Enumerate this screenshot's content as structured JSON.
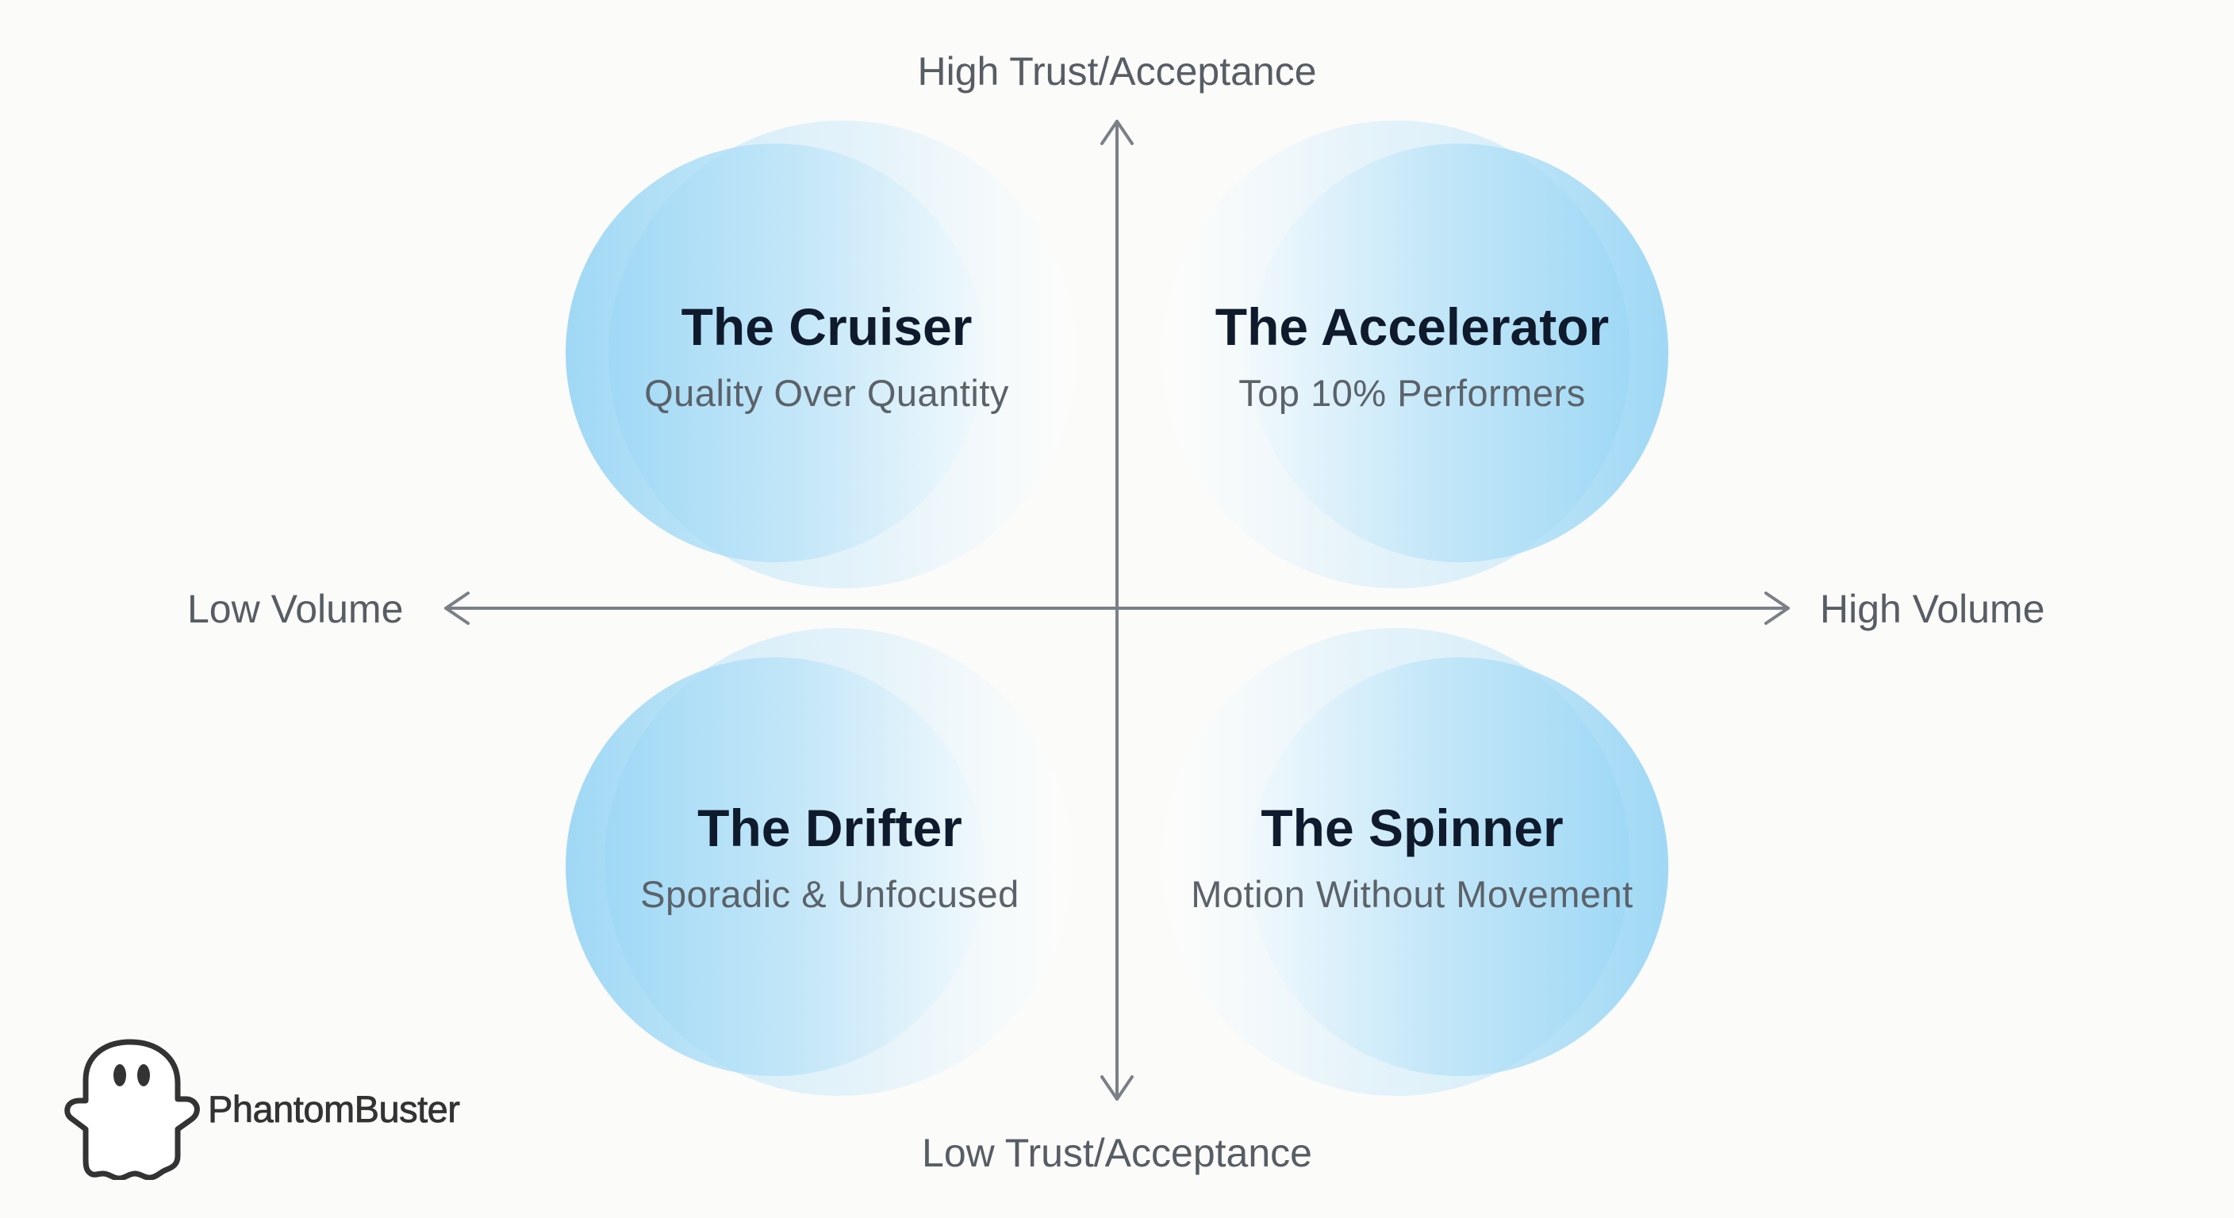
{
  "axes": {
    "y_top_label": "High Trust/Acceptance",
    "y_bottom_label": "Low Trust/Acceptance",
    "x_left_label": "Low Volume",
    "x_right_label": "High Volume"
  },
  "quadrants": [
    {
      "position": "top-left",
      "title": "The Cruiser",
      "subtitle": "Quality Over Quantity"
    },
    {
      "position": "top-right",
      "title": "The Accelerator",
      "subtitle": "Top 10% Performers"
    },
    {
      "position": "bottom-left",
      "title": "The Drifter",
      "subtitle": "Sporadic & Unfocused"
    },
    {
      "position": "bottom-right",
      "title": "The Spinner",
      "subtitle": "Motion Without Movement"
    }
  ],
  "logo": {
    "icon": "ghost-icon",
    "text": "PhantomBuster"
  },
  "colors": {
    "background": "#fbfbf9",
    "blob_blue": "#8fd0f3",
    "axis": "#7b8087",
    "title": "#0f1b2d",
    "subtitle": "#5b6269",
    "axis_label": "#575d64",
    "logo": "#333333"
  }
}
